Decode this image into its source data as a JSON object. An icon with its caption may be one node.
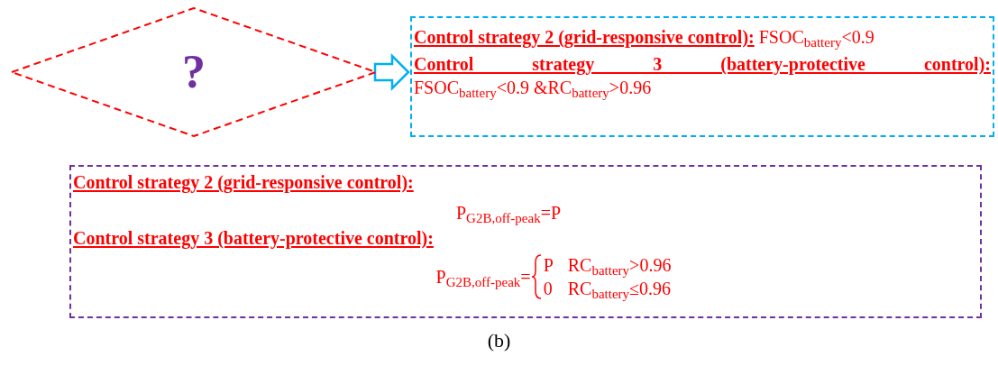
{
  "diagram": {
    "caption": "(b)",
    "nodes": [
      {
        "text": [
          "?"
        ]
      },
      {
        "text": [
          "Control strategy 2 (grid-responsive control):",
          "FSOC$_{battery}$<0.9",
          "Control strategy 3 (battery-protective control):",
          "FSOC$_{battery}$<0.9 &RC$_{battery}$>0.96"
        ]
      },
      {
        "text": [
          "Control strategy 2 (grid-responsive control):",
          "P$_{G2B,off-peak}$=P",
          "Control strategy 3 (battery-protective control):",
          "P$_{G2B,off-peak}$=",
          "P",
          "RC$_{battery}$>0.96",
          "0",
          "RC$_{battery}$≤0.96"
        ]
      }
    ],
    "edges": [
      {
        "from": 0,
        "to": 1,
        "arrow": "to"
      }
    ]
  }
}
